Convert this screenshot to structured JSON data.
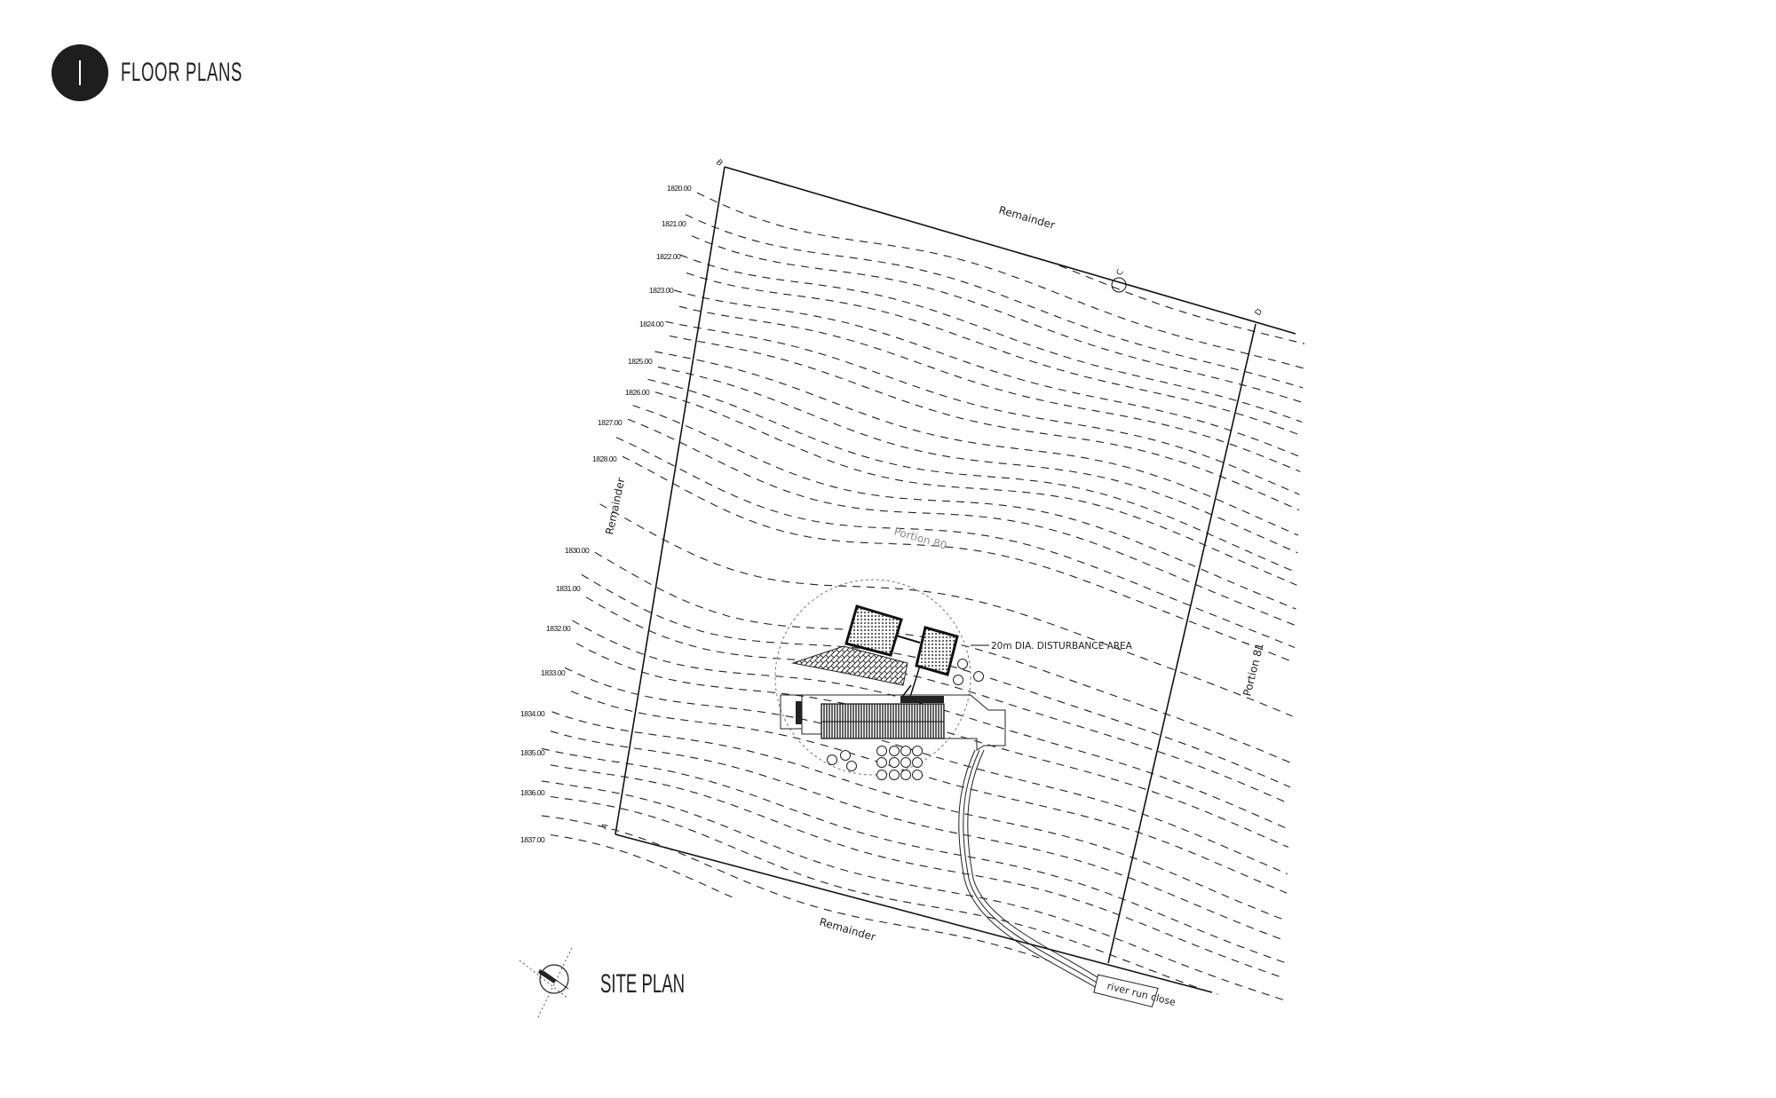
{
  "header": {
    "section_number": "I",
    "title": "FLOOR PLANS"
  },
  "site_plan": {
    "title": "SITE PLAN",
    "elevations": [
      "1820.00",
      "1821.00",
      "1822.00",
      "1823.00",
      "1824.00",
      "1825.00",
      "1826.00",
      "1827.00",
      "1828.00",
      "1830.00",
      "1831.00",
      "1832.00",
      "1833.00",
      "1834.00",
      "1835.00",
      "1836.00",
      "1837.00"
    ],
    "corner_labels": {
      "a": "A",
      "b": "B",
      "c": "C",
      "d": "D"
    },
    "labels": {
      "remainder_top": "Remainder",
      "remainder_left": "Remainder",
      "remainder_bottom": "Remainder",
      "portion_80": "Portion 80",
      "portion_81": "Portion 81",
      "disturbance": "20m DIA. DISTURBANCE AREA",
      "street": "river run close"
    }
  }
}
